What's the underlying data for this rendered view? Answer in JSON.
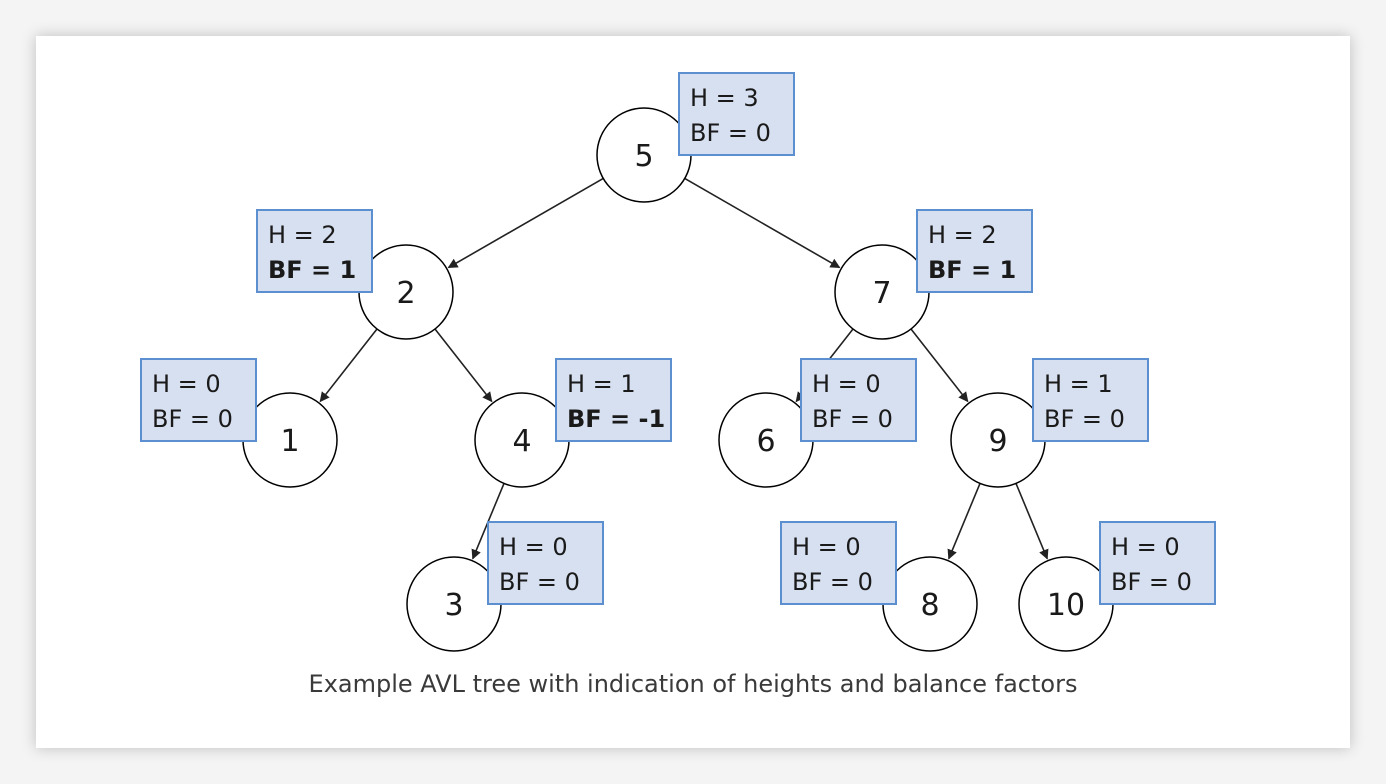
{
  "caption": "Example AVL tree with indication of heights and balance factors",
  "colors": {
    "box_fill": "#d6e0f0",
    "box_border": "#5b8fd0",
    "edge": "#222222"
  },
  "tree": {
    "nodes": [
      {
        "id": "n5",
        "label": "5",
        "height_text": "H = 3",
        "bf_text": "BF = 0",
        "bf_bold": false
      },
      {
        "id": "n2",
        "label": "2",
        "height_text": "H = 2",
        "bf_text": "BF = 1",
        "bf_bold": true
      },
      {
        "id": "n7",
        "label": "7",
        "height_text": "H = 2",
        "bf_text": "BF = 1",
        "bf_bold": true
      },
      {
        "id": "n1",
        "label": "1",
        "height_text": "H = 0",
        "bf_text": "BF = 0",
        "bf_bold": false
      },
      {
        "id": "n4",
        "label": "4",
        "height_text": "H = 1",
        "bf_text": "BF = -1",
        "bf_bold": true
      },
      {
        "id": "n6",
        "label": "6",
        "height_text": "H = 0",
        "bf_text": "BF = 0",
        "bf_bold": false
      },
      {
        "id": "n9",
        "label": "9",
        "height_text": "H = 1",
        "bf_text": "BF = 0",
        "bf_bold": false
      },
      {
        "id": "n3",
        "label": "3",
        "height_text": "H = 0",
        "bf_text": "BF = 0",
        "bf_bold": false
      },
      {
        "id": "n8",
        "label": "8",
        "height_text": "H = 0",
        "bf_text": "BF = 0",
        "bf_bold": false
      },
      {
        "id": "n10",
        "label": "10",
        "height_text": "H = 0",
        "bf_text": "BF = 0",
        "bf_bold": false
      }
    ],
    "edges": [
      {
        "from": "n5",
        "to": "n2"
      },
      {
        "from": "n5",
        "to": "n7"
      },
      {
        "from": "n2",
        "to": "n1"
      },
      {
        "from": "n2",
        "to": "n4"
      },
      {
        "from": "n4",
        "to": "n3"
      },
      {
        "from": "n7",
        "to": "n6"
      },
      {
        "from": "n7",
        "to": "n9"
      },
      {
        "from": "n9",
        "to": "n8"
      },
      {
        "from": "n9",
        "to": "n10"
      }
    ]
  }
}
